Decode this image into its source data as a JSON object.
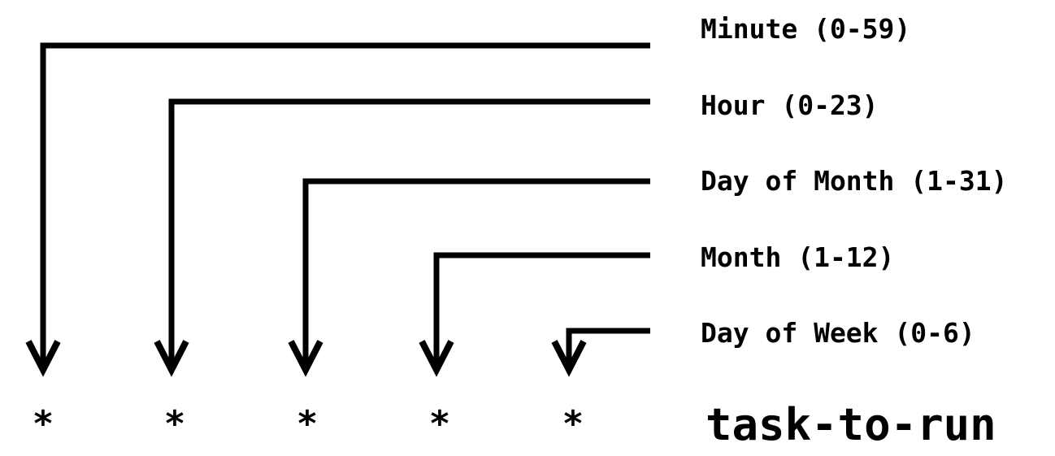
{
  "fields": [
    {
      "label": "Minute (0-59)"
    },
    {
      "label": "Hour (0-23)"
    },
    {
      "label": "Day of Month (1-31)"
    },
    {
      "label": "Month (1-12)"
    },
    {
      "label": "Day of Week (0-6)"
    }
  ],
  "schedule": [
    "*",
    "*",
    "*",
    "*",
    "*"
  ],
  "command": "task-to-run",
  "colors": {
    "ink": "#000000",
    "background": "#ffffff"
  }
}
